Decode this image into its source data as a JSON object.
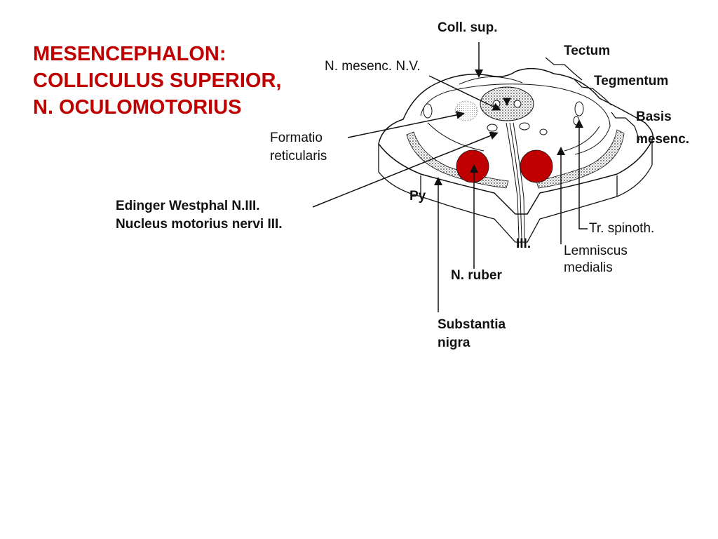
{
  "title": {
    "line1": "MESENCEPHALON:",
    "line2": "COLLICULUS SUPERIOR,",
    "line3": "N. OCULOMOTORIUS"
  },
  "labels": {
    "coll_sup": "Coll. sup.",
    "tectum": "Tectum",
    "n_mesenc": "N. mesenc. N.V.",
    "tegmentum": "Tegmentum",
    "basis_1": "Basis",
    "basis_2": "mesenc.",
    "formatio_1": "Formatio",
    "formatio_2": "reticularis",
    "py": "Py",
    "edinger": "Edinger Westphal N.III.",
    "nucleus_motorius": "Nucleus motorius nervi III.",
    "tr_spinoth": "Tr. spinoth.",
    "iii": "III.",
    "lemniscus_1": "Lemniscus",
    "lemniscus_2": "medialis",
    "n_ruber": "N. ruber",
    "substantia_1": "Substantia",
    "substantia_2": "nigra"
  },
  "colors": {
    "title": "#c00000",
    "nucleus_ruber": "#c00000",
    "substantia_nigra": "#555555",
    "line": "#111111"
  }
}
